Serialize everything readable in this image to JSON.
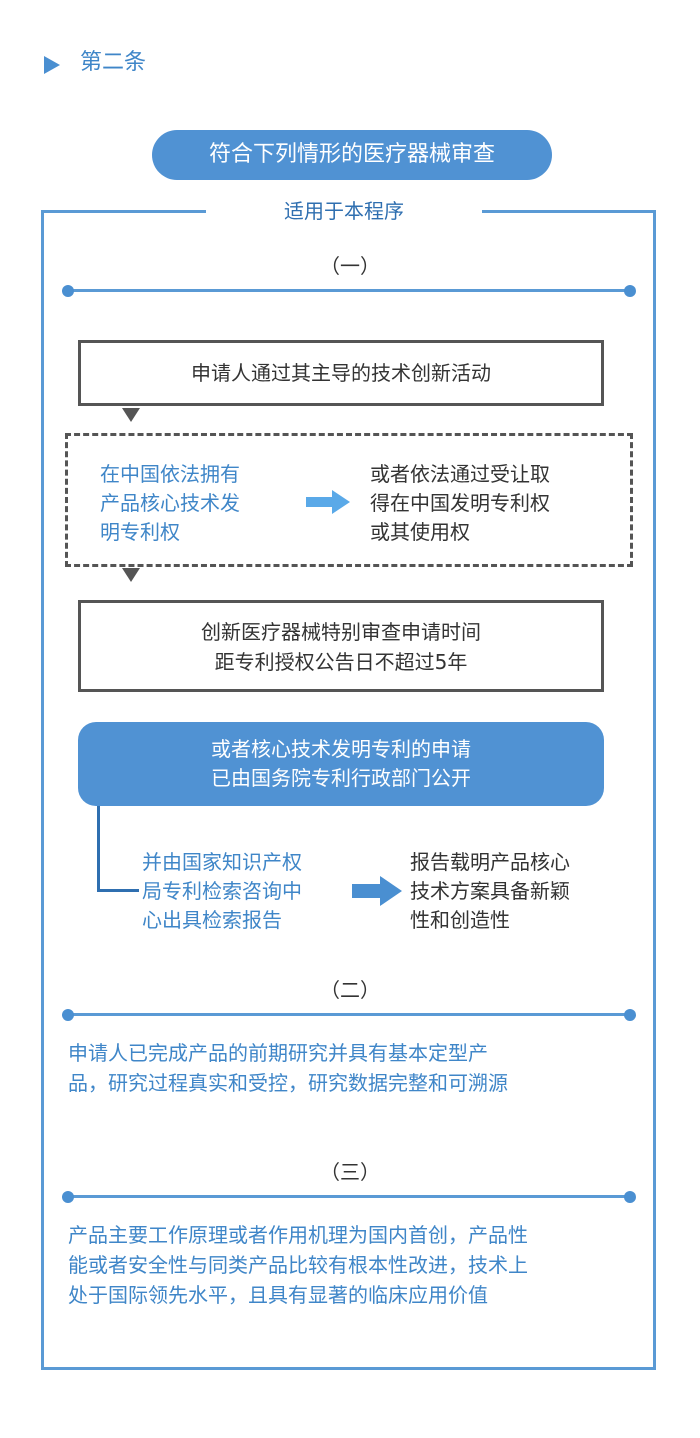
{
  "header": {
    "title": "第二条"
  },
  "main_title": "符合下列情形的医疗器械审查",
  "frame_caption": "适用于本程序",
  "sections": {
    "one": {
      "label": "（一）",
      "box1": "申请人通过其主导的技术创新活动",
      "dashed_left": [
        "在中国依法拥有",
        "产品核心技术发",
        "明专利权"
      ],
      "dashed_right": [
        "或者依法通过受让取",
        "得在中国发明专利权",
        "或其使用权"
      ],
      "box2": [
        "创新医疗器械特别审查申请时间",
        "距专利授权公告日不超过5年"
      ],
      "blue_panel": [
        "或者核心技术发明专利的申请",
        "已由国务院专利行政部门公开"
      ],
      "bottom_left": [
        "并由国家知识产权",
        "局专利检索咨询中",
        "心出具检索报告"
      ],
      "bottom_right": [
        "报告载明产品核心",
        "技术方案具备新颖",
        "性和创造性"
      ]
    },
    "two": {
      "label": "（二）",
      "text": [
        "申请人已完成产品的前期研究并具有基本定型产",
        "品，研究过程真实和受控，研究数据完整和可溯源"
      ]
    },
    "three": {
      "label": "（三）",
      "text": [
        "产品主要工作原理或者作用机理为国内首创，产品性",
        "能或者安全性与同类产品比较有根本性改进，技术上",
        "处于国际领先水平，且具有显著的临床应用价值"
      ]
    }
  },
  "colors": {
    "accent_blue": "#5092d3",
    "text_blue": "#3f86c8",
    "border_gray": "#555555"
  }
}
